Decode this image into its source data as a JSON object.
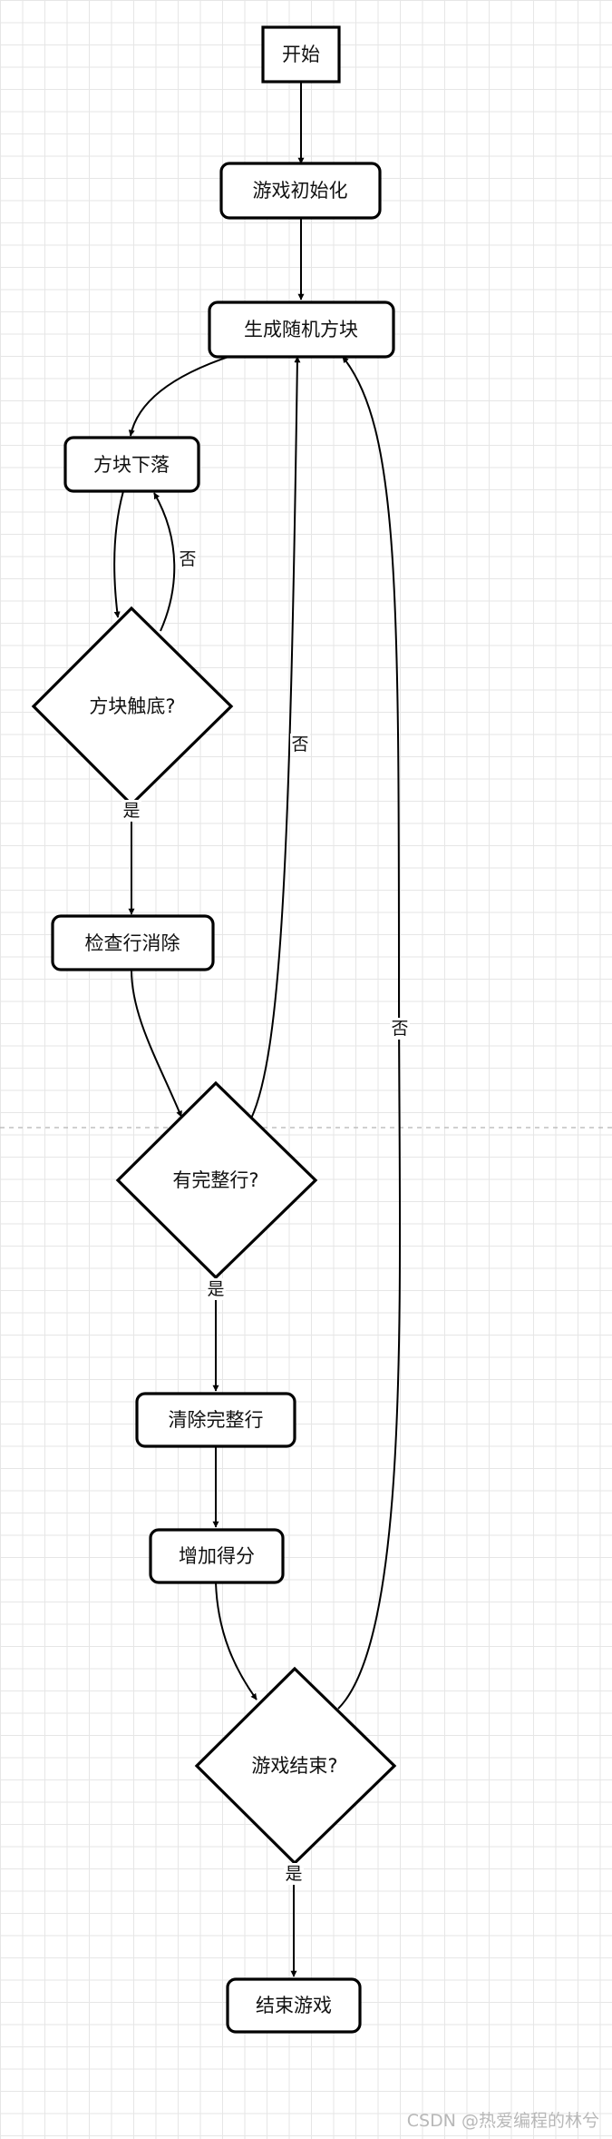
{
  "nodes": {
    "start": "开始",
    "init": "游戏初始化",
    "gen_block": "生成随机方块",
    "block_fall": "方块下落",
    "touch_bottom": "方块触底?",
    "check_clear": "检查行消除",
    "has_full_row": "有完整行?",
    "clear_rows": "清除完整行",
    "add_score": "增加得分",
    "game_over_q": "游戏结束?",
    "end_game": "结束游戏"
  },
  "edge_labels": {
    "touch_no": "否",
    "touch_yes": "是",
    "full_no": "否",
    "full_yes": "是",
    "over_no": "否",
    "over_yes": "是"
  },
  "watermark": "CSDN @热爱编程的林兮"
}
